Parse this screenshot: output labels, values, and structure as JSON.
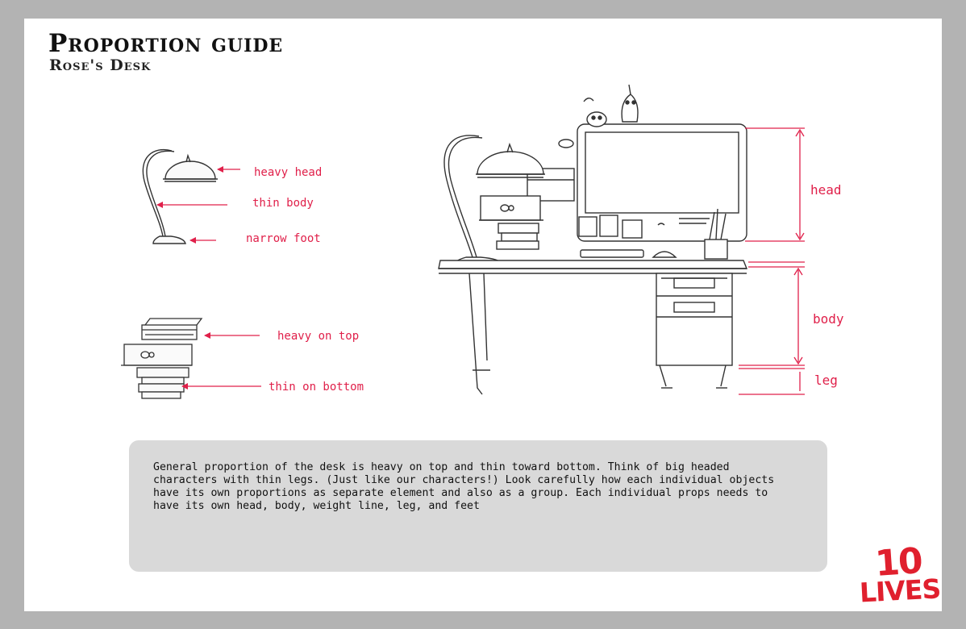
{
  "header": {
    "title": "Proportion guide",
    "subtitle": "Rose's Desk"
  },
  "lamp_callouts": {
    "head": "heavy head",
    "body": "thin body",
    "foot": "narrow foot"
  },
  "stack_callouts": {
    "top": "heavy on top",
    "bottom": "thin on bottom"
  },
  "desk_dimensions": {
    "head": "head",
    "body": "body",
    "leg": "leg"
  },
  "notes": {
    "text": "General proportion of the desk is heavy on top and thin toward bottom. Think of big headed characters with thin legs. (Just like our characters!) Look carefully how each individual objects have its own proportions as separate element and also as a group. Each individual props needs to have its own head, body, weight line, leg, and feet"
  },
  "logo": {
    "number": "10",
    "word": "LIVES"
  },
  "colors": {
    "annotation": "#e0204a",
    "logo": "#e0202e",
    "page_background": "#b3b3b3",
    "notes_background": "#d9d9d9"
  }
}
